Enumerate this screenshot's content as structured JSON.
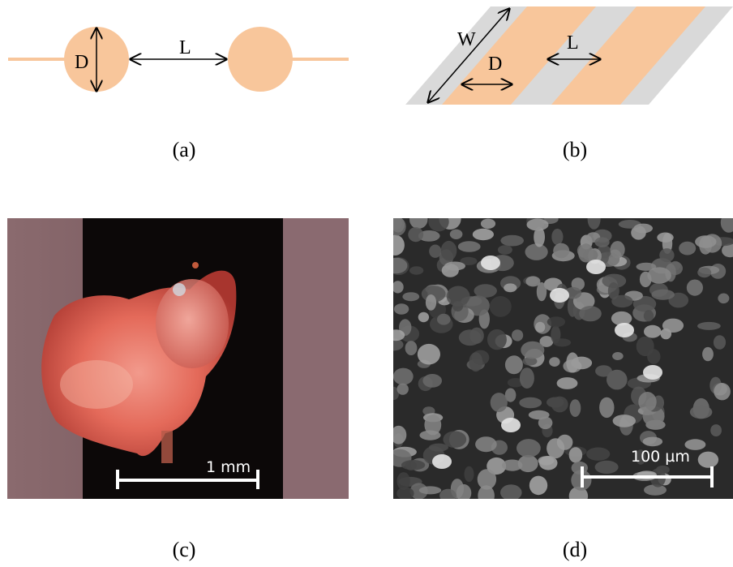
{
  "colors": {
    "orange": "#f8c69b",
    "grey": "#d9d9d9",
    "line": "#000000"
  },
  "panel_a": {
    "label_d": "D",
    "label_l": "L",
    "caption": "(a)"
  },
  "panel_b": {
    "label_w": "W",
    "label_d": "D",
    "label_l": "L",
    "caption": "(b)"
  },
  "panel_c": {
    "scale_label": "1 mm",
    "caption": "(c)"
  },
  "panel_d": {
    "scale_label": "100 µm",
    "caption": "(d)"
  }
}
